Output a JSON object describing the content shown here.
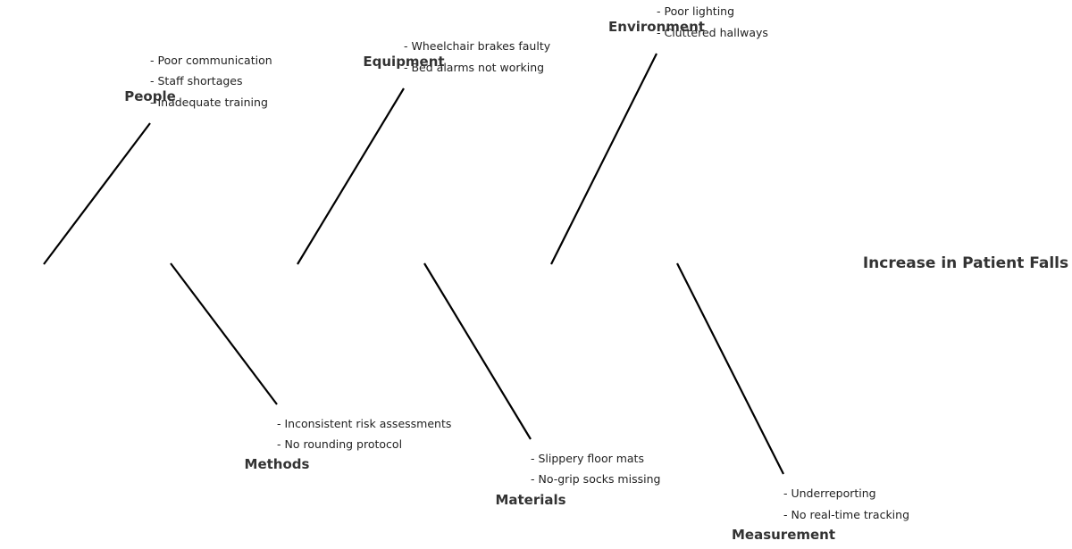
{
  "effect": "Increase in Patient Falls",
  "categories": [
    {
      "key": "people",
      "label": "People",
      "causes": [
        "- Poor communication",
        "- Staff shortages",
        "- Inadequate training"
      ]
    },
    {
      "key": "equipment",
      "label": "Equipment",
      "causes": [
        "- Wheelchair brakes faulty",
        "- Bed alarms not working"
      ]
    },
    {
      "key": "environment",
      "label": "Environment",
      "causes": [
        "- Poor lighting",
        "- Cluttered hallways"
      ]
    },
    {
      "key": "methods",
      "label": "Methods",
      "causes": [
        "- Inconsistent risk assessments",
        "- No rounding protocol"
      ]
    },
    {
      "key": "materials",
      "label": "Materials",
      "causes": [
        "- Slippery floor mats",
        "- No-grip socks missing"
      ]
    },
    {
      "key": "measurement",
      "label": "Measurement",
      "causes": [
        "- Underreporting",
        "- No real-time tracking"
      ]
    }
  ]
}
